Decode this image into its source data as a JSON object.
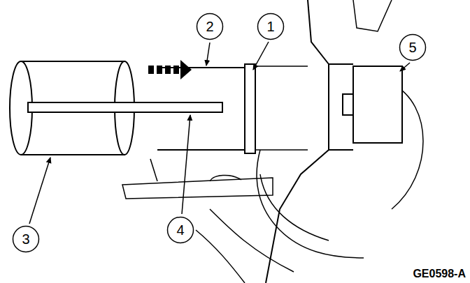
{
  "diagram": {
    "nodes": [
      {
        "text": [
          "2"
        ]
      },
      {
        "text": [
          "1"
        ]
      },
      {
        "text": [
          "5"
        ]
      },
      {
        "text": [
          "3"
        ]
      },
      {
        "text": [
          "4"
        ]
      }
    ],
    "labels": [
      "GE0598-A"
    ]
  }
}
